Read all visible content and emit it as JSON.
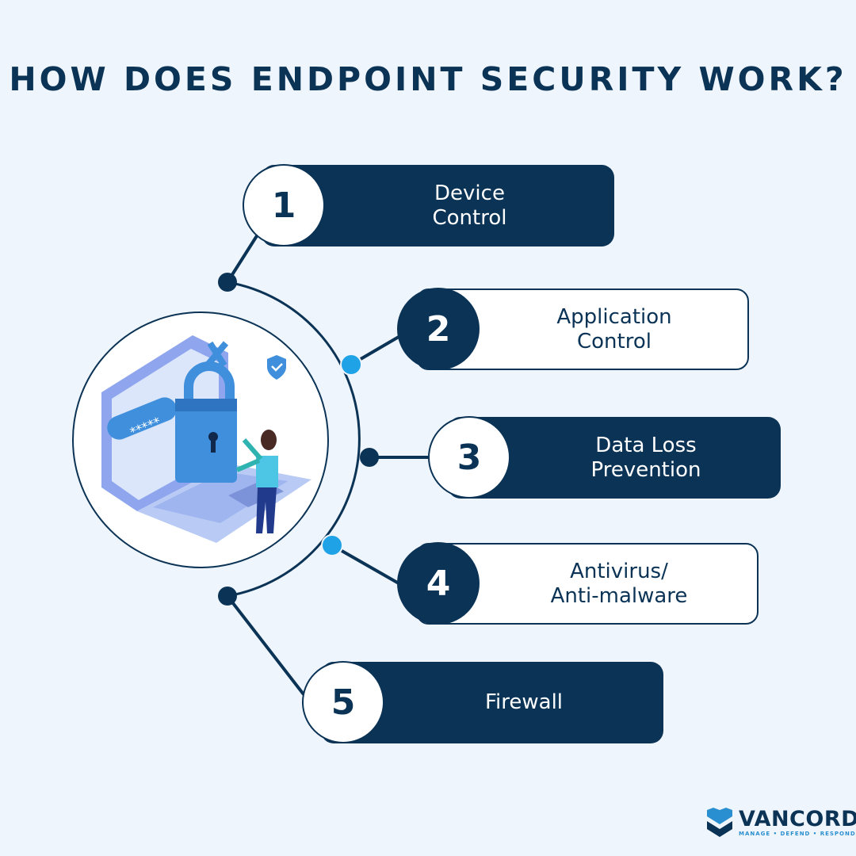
{
  "title": "HOW DOES ENDPOINT SECURITY WORK?",
  "steps": [
    {
      "number": "1",
      "label_line1": "Device",
      "label_line2": "Control"
    },
    {
      "number": "2",
      "label_line1": "Application",
      "label_line2": "Control"
    },
    {
      "number": "3",
      "label_line1": "Data Loss",
      "label_line2": "Prevention"
    },
    {
      "number": "4",
      "label_line1": "Antivirus/",
      "label_line2": "Anti-malware"
    },
    {
      "number": "5",
      "label_line1": "Firewall",
      "label_line2": ""
    }
  ],
  "logo": {
    "brand": "VANCORD",
    "tagline": "MANAGE • DEFEND • RESPOND"
  },
  "colors": {
    "navy": "#0b3356",
    "accent": "#1fa3e6",
    "background": "#eff5fc"
  },
  "illustration_password_mask": "*****"
}
